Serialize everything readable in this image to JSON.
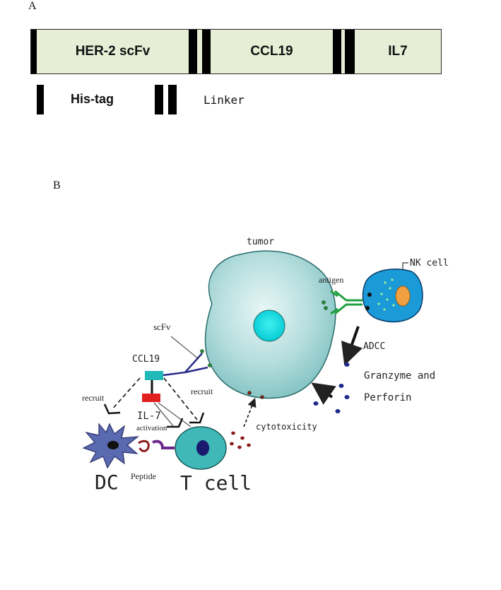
{
  "panel_a": {
    "label": "A",
    "segments": [
      {
        "label": "HER-2 scFv"
      },
      {
        "label": "CCL19"
      },
      {
        "label": "IL7"
      }
    ],
    "legend": {
      "his_tag": "His-tag",
      "linker": "Linker"
    }
  },
  "panel_b": {
    "label": "B",
    "labels": {
      "tumor": "tumor",
      "nk_cell": "NK cell",
      "antigen": "antigen",
      "scfv": "scFv",
      "ccl19": "CCL19",
      "adcc": "ADCC",
      "granzyme_line1": "Granzyme and",
      "granzyme_line2": "Perforin",
      "recruit_left": "recruit",
      "recruit_right": "recruit",
      "il7": "IL-7",
      "activation": "activation",
      "cytotoxicity": "cytotoxicity",
      "dc": "DC",
      "peptide": "Peptide",
      "t_cell": "T cell"
    },
    "colors": {
      "tumor_body": "#a8d6d6",
      "tumor_nucleus": "#00e0e0",
      "nk_body": "#1a9ad6",
      "nk_nucleus": "#f0a040",
      "t_cell_body": "#40b8b8",
      "t_cell_nucleus": "#1a1a6e",
      "dc_body": "#5a6ab0",
      "antibody": "#2a2a8a",
      "ccl19_box": "#20b8b8",
      "il7_box": "#e02020",
      "receptor": "#20a040",
      "granule": "#1a2a8a",
      "cytotoxic_granule": "#8a1a1a"
    }
  }
}
